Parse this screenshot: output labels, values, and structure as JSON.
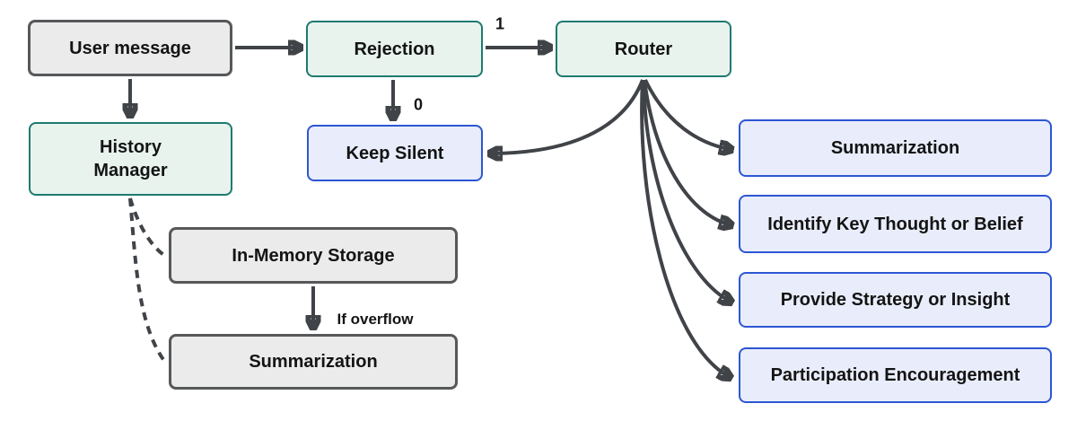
{
  "diagram_title": "",
  "colors": {
    "bg": "#ffffff",
    "gray-border": "#56585a",
    "gray-bg": "#ebebeb",
    "teal-border": "#1e7a70",
    "teal-bg": "#e8f3ee",
    "blue-border": "#2d56d4",
    "blue-bg": "#e9edfb",
    "edge": "#404347",
    "text": "#141414"
  },
  "nodes": [
    {
      "id": "user_message",
      "label": "User message",
      "style": "gray"
    },
    {
      "id": "rejection",
      "label": "Rejection",
      "style": "teal"
    },
    {
      "id": "router",
      "label": "Router",
      "style": "teal"
    },
    {
      "id": "history_manager",
      "label": "History\nManager",
      "style": "teal"
    },
    {
      "id": "keep_silent",
      "label": "Keep Silent",
      "style": "blue"
    },
    {
      "id": "in_memory_storage",
      "label": "In-Memory Storage",
      "style": "gray"
    },
    {
      "id": "summarization_left",
      "label": "Summarization",
      "style": "gray"
    },
    {
      "id": "summarization_right",
      "label": "Summarization",
      "style": "blue"
    },
    {
      "id": "identify_key",
      "label": "Identify Key Thought or Belief",
      "style": "blue"
    },
    {
      "id": "provide_strategy",
      "label": "Provide Strategy or Insight",
      "style": "blue"
    },
    {
      "id": "participation",
      "label": "Participation Encouragement",
      "style": "blue"
    }
  ],
  "edge_labels": [
    {
      "id": "rejection_router_label",
      "text": "1"
    },
    {
      "id": "rejection_silent_label",
      "text": "0"
    },
    {
      "id": "overflow_label",
      "text": "If overflow"
    }
  ],
  "edges": [
    {
      "from": "user_message",
      "to": "rejection",
      "style": "solid"
    },
    {
      "from": "rejection",
      "to": "router",
      "style": "solid",
      "label": "1"
    },
    {
      "from": "rejection",
      "to": "keep_silent",
      "style": "solid",
      "label": "0"
    },
    {
      "from": "user_message",
      "to": "history_manager",
      "style": "solid"
    },
    {
      "from": "router",
      "to": "keep_silent",
      "style": "solid"
    },
    {
      "from": "router",
      "to": "summarization_right",
      "style": "solid"
    },
    {
      "from": "router",
      "to": "identify_key",
      "style": "solid"
    },
    {
      "from": "router",
      "to": "provide_strategy",
      "style": "solid"
    },
    {
      "from": "router",
      "to": "participation",
      "style": "solid"
    },
    {
      "from": "history_manager",
      "to": "in_memory_storage",
      "style": "dashed"
    },
    {
      "from": "history_manager",
      "to": "summarization_left",
      "style": "dashed"
    },
    {
      "from": "in_memory_storage",
      "to": "summarization_left",
      "style": "solid",
      "label": "If overflow"
    }
  ]
}
